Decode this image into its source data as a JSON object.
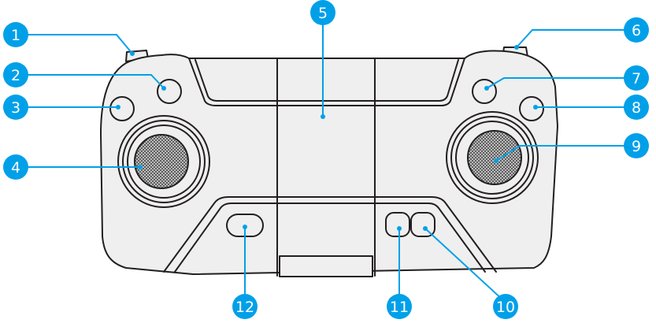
{
  "callouts": [
    {
      "id": "1",
      "label": "1"
    },
    {
      "id": "2",
      "label": "2"
    },
    {
      "id": "3",
      "label": "3"
    },
    {
      "id": "4",
      "label": "4"
    },
    {
      "id": "5",
      "label": "5"
    },
    {
      "id": "6",
      "label": "6"
    },
    {
      "id": "7",
      "label": "7"
    },
    {
      "id": "8",
      "label": "8"
    },
    {
      "id": "9",
      "label": "9"
    },
    {
      "id": "10",
      "label": "10"
    },
    {
      "id": "11",
      "label": "11"
    },
    {
      "id": "12",
      "label": "12"
    }
  ],
  "colors": {
    "callout": "#00a0e9",
    "outline": "#231f20",
    "body": "#efefef"
  }
}
